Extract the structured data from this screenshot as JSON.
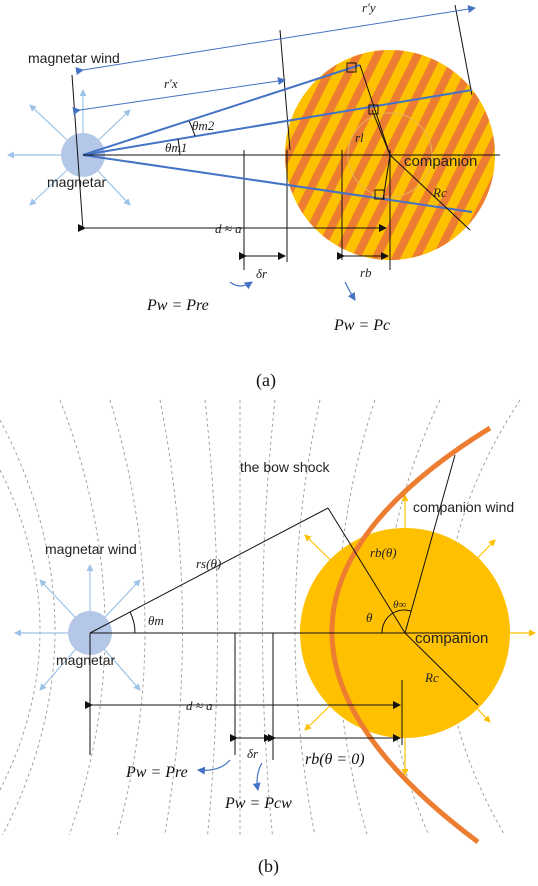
{
  "panel_a": {
    "caption": "(a)",
    "labels": {
      "magnetar_wind": "magnetar wind",
      "magnetar": "magnetar",
      "companion": "companion",
      "r_y": "r′y",
      "r_x": "r′x",
      "theta_m2": "θm2",
      "theta_m1": "θm1",
      "r_l": "rl",
      "R_c": "Rc",
      "d": "d ≈ a",
      "delta_r": "δr",
      "r_b": "rb",
      "pw_re": "Pw = Pre",
      "pw_c": "Pw = Pc"
    }
  },
  "panel_b": {
    "caption": "(b)",
    "labels": {
      "bow_shock": "the bow shock",
      "companion_wind": "companion wind",
      "magnetar_wind": "magnetar wind",
      "magnetar": "magnetar",
      "companion": "companion",
      "r_s": "rs(θ)",
      "r_b_theta": "rb(θ)",
      "theta": "θ",
      "theta_inf": "θ∞",
      "theta_m": "θm",
      "R_c": "Rc",
      "d": "d ≈ a",
      "delta_r": "δr",
      "r_b0": "rb(θ = 0)",
      "pw_re": "Pw = Pre",
      "pw_cw": "Pw = Pcw"
    }
  },
  "colors": {
    "companion": "#ffc000",
    "stripes": "#ed7d31",
    "magnetar": "#b4c7e7",
    "lines": "#4472c4",
    "wind_arrows": "#9dc3e6",
    "bow_shock": "#ed7d31",
    "field_lines": "#9a9a9a"
  }
}
